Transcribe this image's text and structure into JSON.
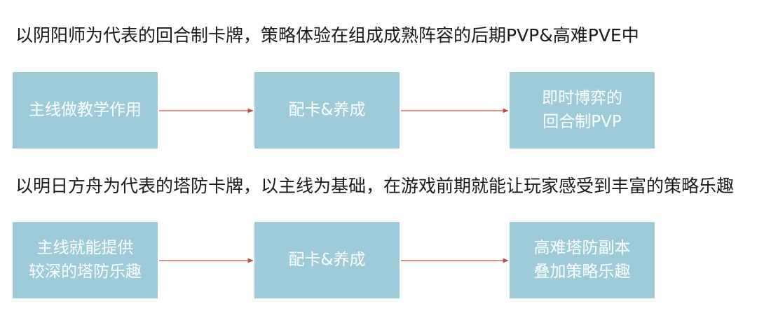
{
  "rows": [
    {
      "heading": "以阴阳师为代表的回合制卡牌，策略体验在组成成熟阵容的后期PVP&高难PVE中",
      "boxes": [
        {
          "lines": [
            "主线做教学作用"
          ]
        },
        {
          "lines": [
            "配卡&养成"
          ]
        },
        {
          "lines": [
            "即时博弈的",
            "回合制PVP"
          ]
        }
      ]
    },
    {
      "heading": "以明日方舟为代表的塔防卡牌，以主线为基础，在游戏前期就能让玩家感受到丰富的策略乐趣",
      "boxes": [
        {
          "lines": [
            "主线就能提供",
            "较深的塔防乐趣"
          ]
        },
        {
          "lines": [
            "配卡&养成"
          ]
        },
        {
          "lines": [
            "高难塔防副本",
            "叠加策略乐趣"
          ]
        }
      ]
    }
  ],
  "colors": {
    "box_fill": "#9ecbd9",
    "box_text": "#ffffff",
    "arrow": "#c0504d",
    "heading_text": "#1a1a1a"
  }
}
